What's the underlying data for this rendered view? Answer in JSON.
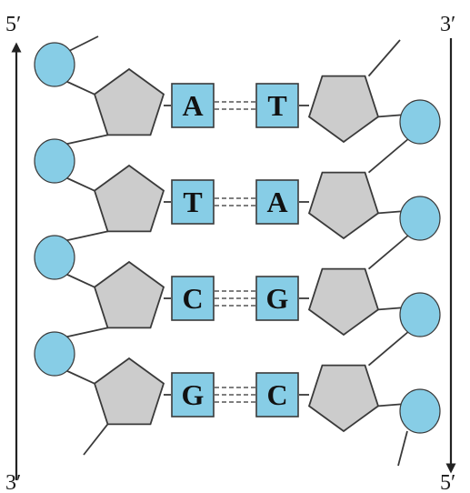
{
  "strands": {
    "left": {
      "top_label": "5′",
      "bottom_label": "3′"
    },
    "right": {
      "top_label": "3′",
      "bottom_label": "5′"
    }
  },
  "base_pairs": [
    {
      "left": "A",
      "right": "T",
      "hydrogen_bonds": 2
    },
    {
      "left": "T",
      "right": "A",
      "hydrogen_bonds": 2
    },
    {
      "left": "C",
      "right": "G",
      "hydrogen_bonds": 3
    },
    {
      "left": "G",
      "right": "C",
      "hydrogen_bonds": 3
    }
  ],
  "colors": {
    "phosphate": "#87cde6",
    "sugar": "#cccccc",
    "base": "#87cde6",
    "outline": "#3a3a3a",
    "arrow": "#222222"
  }
}
